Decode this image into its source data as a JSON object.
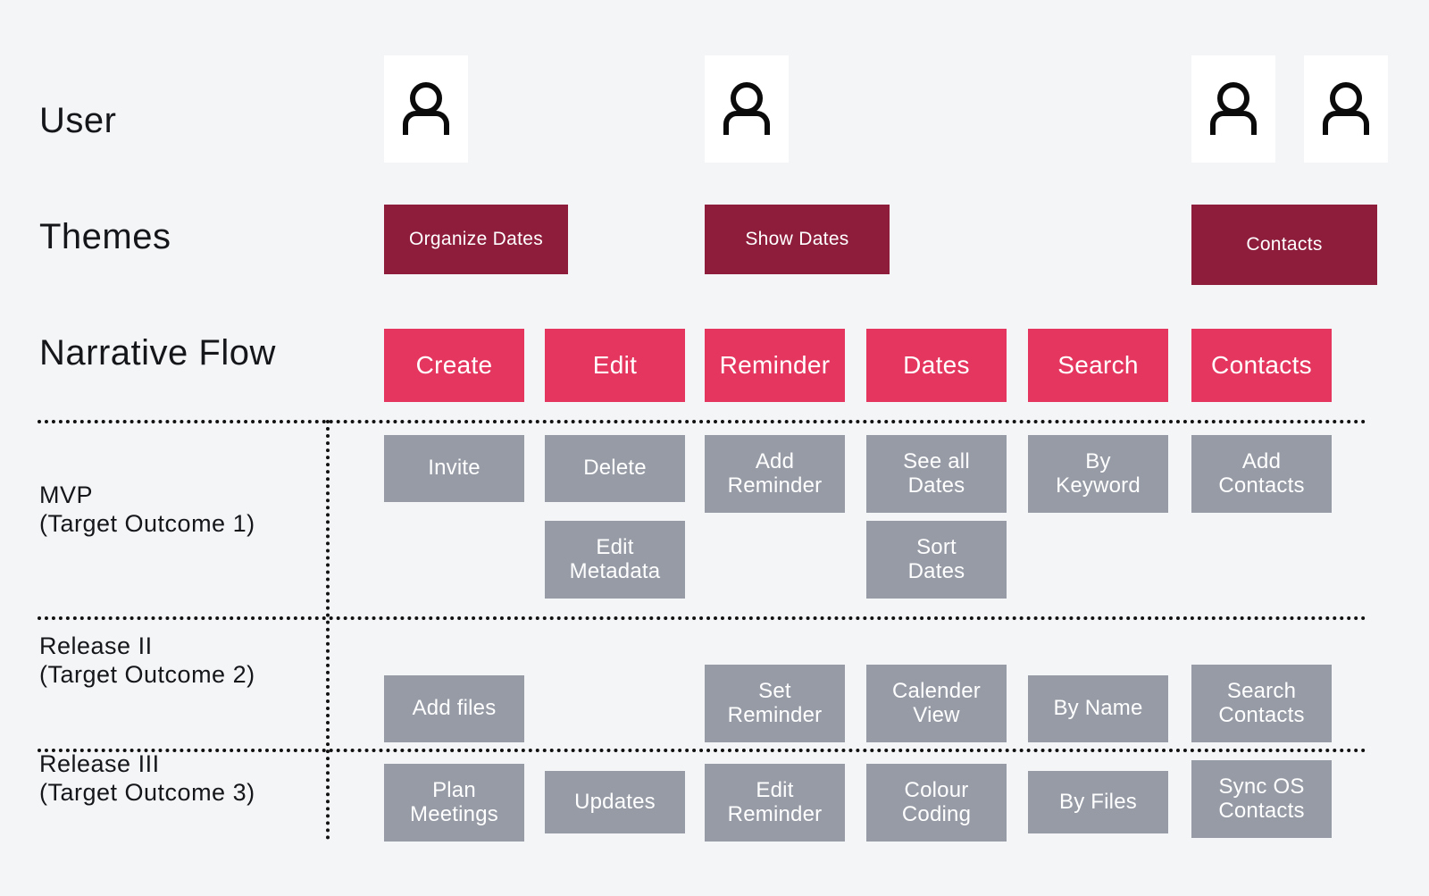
{
  "meta": {
    "background": "#f4f5f7",
    "theme_color": "#8e1d3c",
    "flow_color": "#e5365f",
    "story_color": "#969ba6",
    "text_color": "#14161a"
  },
  "rows": {
    "user": {
      "label": "User"
    },
    "themes": {
      "label": "Themes"
    },
    "narrative": {
      "label": "Narrative Flow"
    },
    "mvp": {
      "label": "MVP\n(Target Outcome 1)"
    },
    "release2": {
      "label": "Release II\n(Target Outcome 2)"
    },
    "release3": {
      "label": "Release III\n(Target Outcome 3)"
    }
  },
  "avatars": [
    {
      "name": "user-avatar-1",
      "icon": "person-icon"
    },
    {
      "name": "user-avatar-2",
      "icon": "person-icon"
    },
    {
      "name": "user-avatar-3",
      "icon": "person-icon"
    },
    {
      "name": "user-avatar-4",
      "icon": "person-icon"
    }
  ],
  "themes": [
    {
      "label": "Organize Dates"
    },
    {
      "label": "Show Dates"
    },
    {
      "label": "Contacts"
    }
  ],
  "narrative_flow": [
    {
      "label": "Create"
    },
    {
      "label": "Edit"
    },
    {
      "label": "Reminder"
    },
    {
      "label": "Dates"
    },
    {
      "label": "Search"
    },
    {
      "label": "Contacts"
    }
  ],
  "mvp_stories": [
    {
      "label": "Invite"
    },
    {
      "label": "Delete"
    },
    {
      "label": "Add\nReminder"
    },
    {
      "label": "See all\nDates"
    },
    {
      "label": "By\nKeyword"
    },
    {
      "label": "Add\nContacts"
    },
    {
      "label": "Edit\nMetadata"
    },
    {
      "label": "Sort\nDates"
    }
  ],
  "release2_stories": [
    {
      "label": "Add files"
    },
    {
      "label": "Set\nReminder"
    },
    {
      "label": "Calender\nView"
    },
    {
      "label": "By Name"
    },
    {
      "label": "Search\nContacts"
    }
  ],
  "release3_stories": [
    {
      "label": "Plan\nMeetings"
    },
    {
      "label": "Updates"
    },
    {
      "label": "Edit\nReminder"
    },
    {
      "label": "Colour\nCoding"
    },
    {
      "label": "By Files"
    },
    {
      "label": "Sync OS\nContacts"
    }
  ]
}
